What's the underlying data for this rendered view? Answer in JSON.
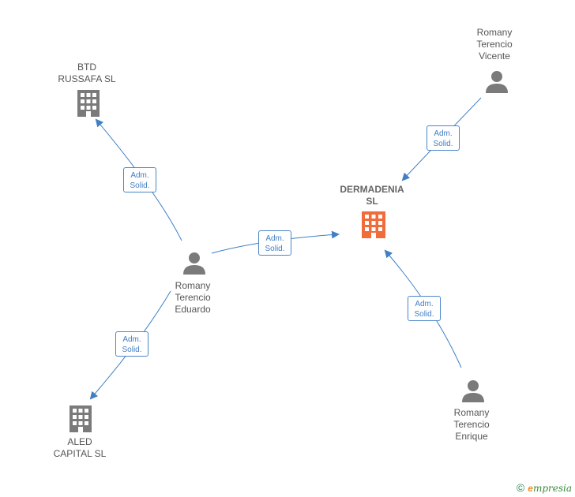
{
  "nodes": {
    "main": {
      "label": "DERMADENIA\nSL",
      "type": "company",
      "color": "#f26b3a"
    },
    "btd": {
      "label": "BTD\nRUSSAFA  SL",
      "type": "company",
      "color": "#7a7a7a"
    },
    "aled": {
      "label": "ALED\nCAPITAL  SL",
      "type": "company",
      "color": "#7a7a7a"
    },
    "eduardo": {
      "label": "Romany\nTerencio\nEduardo",
      "type": "person",
      "color": "#7a7a7a"
    },
    "vicente": {
      "label": "Romany\nTerencio\nVicente",
      "type": "person",
      "color": "#7a7a7a"
    },
    "enrique": {
      "label": "Romany\nTerencio\nEnrique",
      "type": "person",
      "color": "#7a7a7a"
    }
  },
  "edges": [
    {
      "id": "eduardo-btd",
      "label": "Adm.\nSolid."
    },
    {
      "id": "eduardo-main",
      "label": "Adm.\nSolid."
    },
    {
      "id": "eduardo-aled",
      "label": "Adm.\nSolid."
    },
    {
      "id": "vicente-main",
      "label": "Adm.\nSolid."
    },
    {
      "id": "enrique-main",
      "label": "Adm.\nSolid."
    }
  ],
  "colors": {
    "edge": "#3f7fc4"
  },
  "footer": {
    "copyright": "©",
    "brand_initial": "e",
    "brand_rest": "mpresia"
  }
}
